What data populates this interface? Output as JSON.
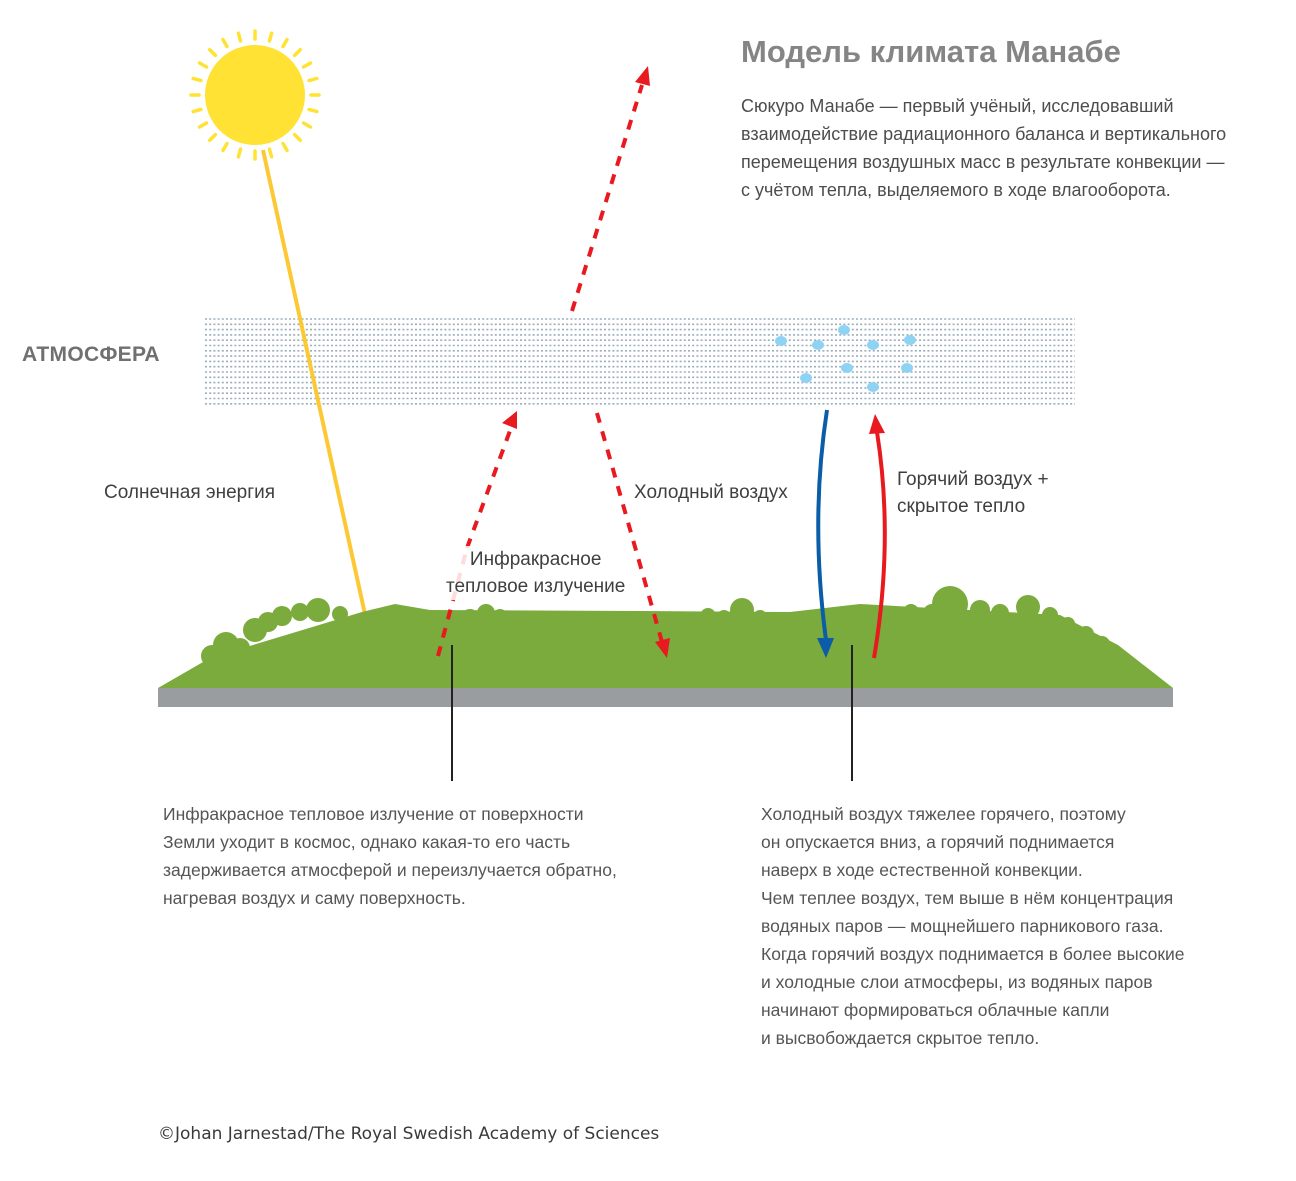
{
  "title": "Модель климата Манабе",
  "intro": [
    "Сюкуро Манабе — первый учёный, исследовавший",
    "взаимодействие радиационного баланса и вертикального",
    "перемещения воздушных масс в результате конвекции —",
    "с учётом тепла, выделяемого в ходе влагооборота."
  ],
  "atmosphere_label": "АТМОСФЕРА",
  "labels": {
    "solar": "Солнечная энергия",
    "cold_air": "Холодный воздух",
    "hot_air": [
      "Горячий воздух +",
      "скрытое тепло"
    ],
    "infrared": [
      "Инфракрасное",
      "тепловое излучение"
    ]
  },
  "paragraph_left": [
    "Инфракрасное тепловое излучение от поверхности",
    "Земли уходит в космос, однако какая-то его часть",
    "задерживается атмосферой и переизлучается обратно,",
    "нагревая воздух и саму поверхность."
  ],
  "paragraph_right": [
    "Холодный воздух тяжелее горячего, поэтому",
    "он опускается вниз, а горячий поднимается",
    "наверх в ходе естественной конвекции.",
    "Чем теплее воздух, тем выше в нём концентрация",
    "водяных паров — мощнейшего парникового газа.",
    "Когда горячий воздух поднимается в более высокие",
    "и холодные слои атмосферы, из водяных паров",
    "начинают формироваться облачные капли",
    "и высвобождается скрытое тепло."
  ],
  "credit": "©Johan Jarnestad/The Royal Swedish Academy of Sciences",
  "colors": {
    "sun": "#ffe234",
    "sun_ray": "#fcc934",
    "infrared_arrow": "#e8191f",
    "cold_arrow": "#0b5da8",
    "hot_arrow": "#e8191f",
    "ground": "#7aab3c",
    "ground_base": "#9a9da0",
    "atmosphere_dots": "#9aaebb",
    "droplets": "#8fd3f4"
  }
}
